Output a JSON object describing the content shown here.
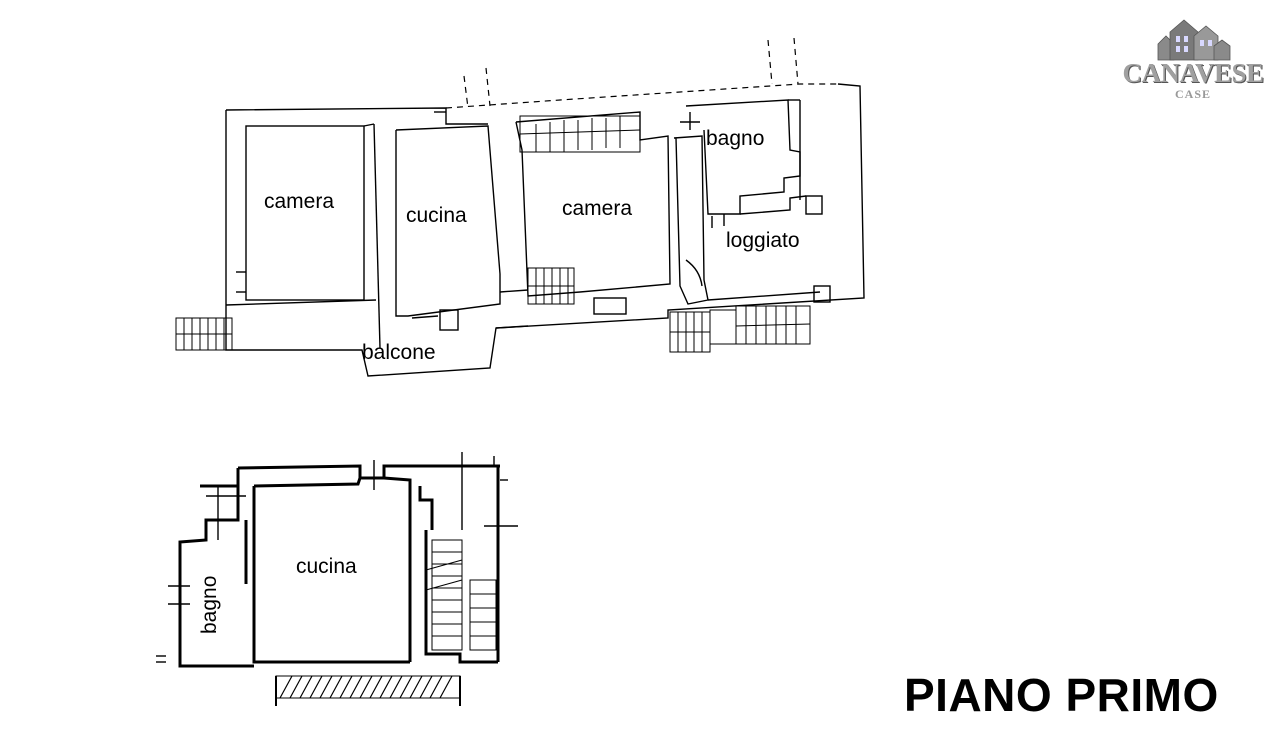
{
  "logo": {
    "name": "CANAVESE",
    "sub": "CASE"
  },
  "title": "PIANO PRIMO",
  "colors": {
    "lines": "#000000",
    "logo": "#a0a0a0"
  },
  "plan_upper": {
    "rooms": [
      "camera",
      "cucina",
      "camera",
      "bagno",
      "loggiato",
      "balcone"
    ]
  },
  "plan_lower": {
    "rooms": [
      "cucina",
      "bagno"
    ]
  }
}
